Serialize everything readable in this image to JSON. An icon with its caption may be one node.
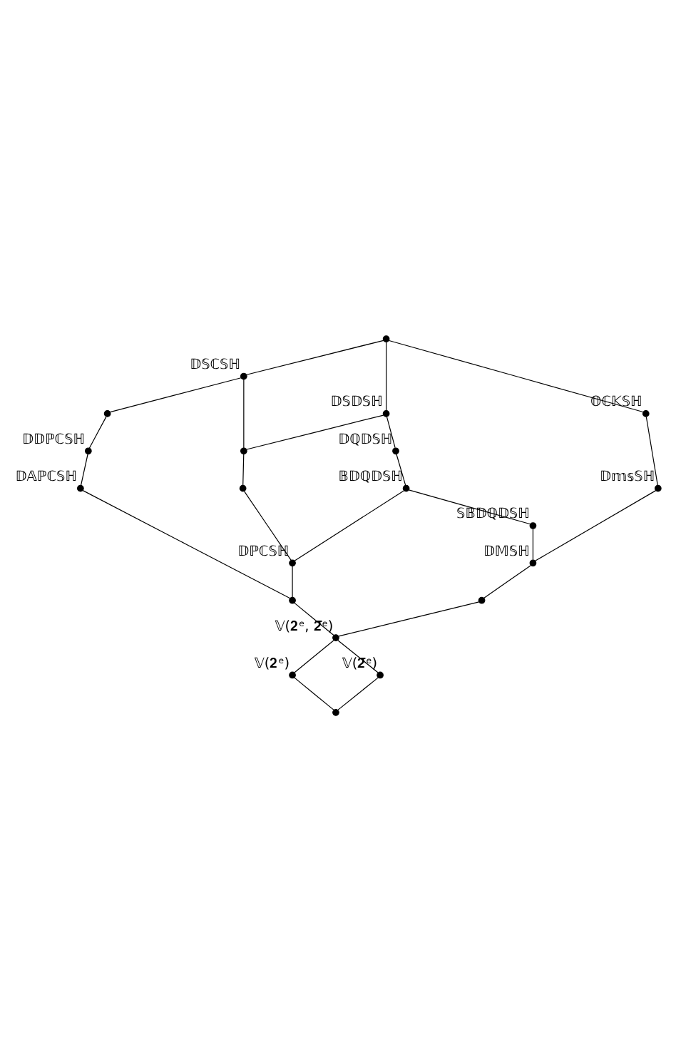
{
  "diagram": {
    "nodes": [
      {
        "text": [],
        "shape": "circle"
      },
      {
        "text": [],
        "shape": "circle",
        "beside": [
          "𝔻𝕊ℂ𝕊ℍ"
        ]
      },
      {
        "text": [],
        "shape": "circle"
      },
      {
        "text": [],
        "shape": "circle",
        "beside": [
          "𝔻𝕊𝔻𝕊ℍ"
        ]
      },
      {
        "text": [],
        "shape": "circle",
        "beside": [
          "𝕆ℂ𝕂𝕊ℍ"
        ]
      },
      {
        "text": [],
        "shape": "circle",
        "beside": [
          "𝔻𝔻ℙℂ𝕊ℍ"
        ]
      },
      {
        "text": [],
        "shape": "circle"
      },
      {
        "text": [],
        "shape": "circle",
        "beside": [
          "𝔻ℚ𝔻𝕊ℍ"
        ]
      },
      {
        "text": [],
        "shape": "circle",
        "beside": [
          "𝔻𝔸ℙℂ𝕊ℍ"
        ]
      },
      {
        "text": [],
        "shape": "circle"
      },
      {
        "text": [],
        "shape": "circle",
        "beside": [
          "𝔹𝔻ℚ𝔻𝕊ℍ"
        ]
      },
      {
        "text": [],
        "shape": "circle",
        "beside": [
          "𝔻𝕞𝕤𝕊ℍ"
        ]
      },
      {
        "text": [],
        "shape": "circle",
        "beside": [
          "𝕊𝔹𝔻ℚ𝔻𝕊ℍ"
        ]
      },
      {
        "text": [],
        "shape": "circle",
        "beside": [
          "𝔻ℙℂ𝕊ℍ"
        ]
      },
      {
        "text": [],
        "shape": "circle",
        "beside": [
          "𝔻𝕄𝕊ℍ"
        ]
      },
      {
        "text": [],
        "shape": "circle"
      },
      {
        "text": [],
        "shape": "circle"
      },
      {
        "text": [],
        "shape": "circle",
        "beside": [
          "𝕍(𝟐ᵉ, 𝟐̄ᵉ)"
        ]
      },
      {
        "text": [],
        "shape": "circle",
        "beside": [
          "𝕍(𝟐ᵉ)"
        ]
      },
      {
        "text": [],
        "shape": "circle",
        "beside": [
          "𝕍(𝟐̄ᵉ)"
        ]
      },
      {
        "text": [],
        "shape": "circle"
      }
    ],
    "edges": [
      {
        "from": 0,
        "to": 1,
        "arrow": "none"
      },
      {
        "from": 0,
        "to": 3,
        "arrow": "none"
      },
      {
        "from": 0,
        "to": 4,
        "arrow": "none"
      },
      {
        "from": 1,
        "to": 2,
        "arrow": "none"
      },
      {
        "from": 1,
        "to": 6,
        "arrow": "none"
      },
      {
        "from": 2,
        "to": 5,
        "arrow": "none"
      },
      {
        "from": 5,
        "to": 8,
        "arrow": "none"
      },
      {
        "from": 8,
        "to": 15,
        "arrow": "none"
      },
      {
        "from": 3,
        "to": 7,
        "arrow": "none"
      },
      {
        "from": 3,
        "to": 6,
        "arrow": "none"
      },
      {
        "from": 7,
        "to": 10,
        "arrow": "none"
      },
      {
        "from": 10,
        "to": 12,
        "arrow": "none"
      },
      {
        "from": 4,
        "to": 11,
        "arrow": "none"
      },
      {
        "from": 11,
        "to": 14,
        "arrow": "none"
      },
      {
        "from": 6,
        "to": 9,
        "arrow": "none"
      },
      {
        "from": 9,
        "to": 13,
        "arrow": "none"
      },
      {
        "from": 10,
        "to": 13,
        "arrow": "none"
      },
      {
        "from": 12,
        "to": 14,
        "arrow": "none"
      },
      {
        "from": 13,
        "to": 15,
        "arrow": "none"
      },
      {
        "from": 14,
        "to": 16,
        "arrow": "none"
      },
      {
        "from": 15,
        "to": 17,
        "arrow": "none"
      },
      {
        "from": 16,
        "to": 17,
        "arrow": "none"
      },
      {
        "from": 17,
        "to": 18,
        "arrow": "none"
      },
      {
        "from": 17,
        "to": 19,
        "arrow": "none"
      },
      {
        "from": 18,
        "to": 20,
        "arrow": "none"
      },
      {
        "from": 19,
        "to": 20,
        "arrow": "none"
      }
    ]
  }
}
